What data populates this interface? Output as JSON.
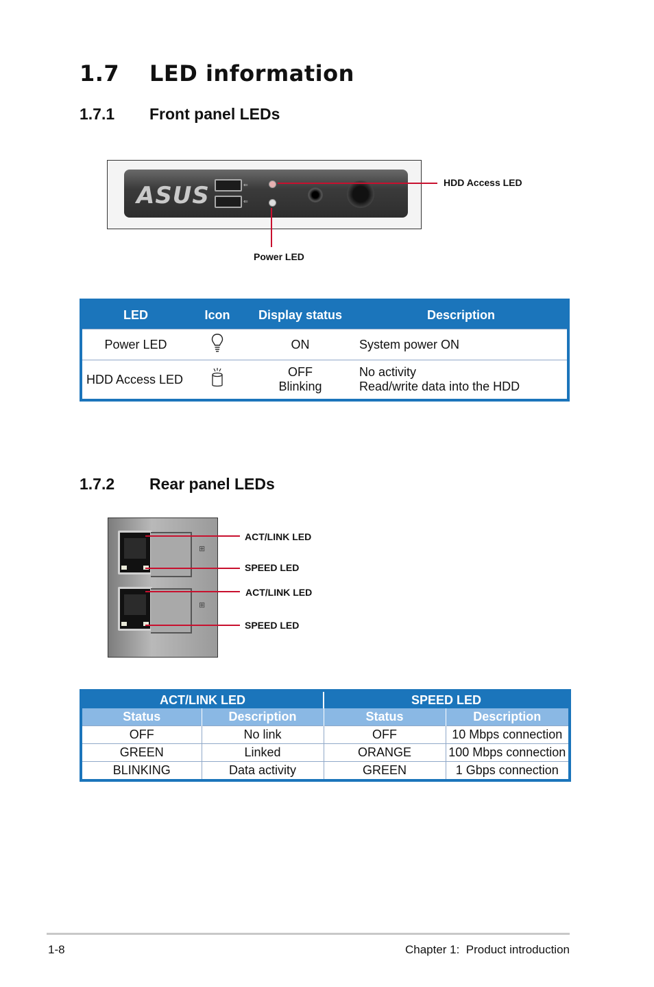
{
  "section": {
    "number": "1.7",
    "title": "LED information"
  },
  "front": {
    "number": "1.7.1",
    "title": "Front panel LEDs",
    "logo": "ASUS",
    "callouts": {
      "hdd": "HDD Access LED",
      "power": "Power LED"
    },
    "table": {
      "headers": [
        "LED",
        "Icon",
        "Display status",
        "Description"
      ],
      "rows": [
        {
          "led": "Power LED",
          "icon": "lightbulb-icon",
          "status": [
            "ON"
          ],
          "description": [
            "System power ON"
          ]
        },
        {
          "led": "HDD Access LED",
          "icon": "hdd-icon",
          "status": [
            "OFF",
            "Blinking"
          ],
          "description": [
            "No activity",
            "Read/write data into the HDD"
          ]
        }
      ]
    }
  },
  "rear": {
    "number": "1.7.2",
    "title": "Rear panel LEDs",
    "callouts": [
      "ACT/LINK LED",
      "SPEED LED",
      "ACT/LINK LED",
      "SPEED LED"
    ],
    "table": {
      "groups": [
        "ACT/LINK LED",
        "SPEED LED"
      ],
      "subheaders": [
        "Status",
        "Description",
        "Status",
        "Description"
      ],
      "rows": [
        [
          "OFF",
          "No link",
          "OFF",
          "10 Mbps connection"
        ],
        [
          "GREEN",
          "Linked",
          "ORANGE",
          "100 Mbps connection"
        ],
        [
          "BLINKING",
          "Data activity",
          "GREEN",
          "1 Gbps connection"
        ]
      ]
    }
  },
  "footer": {
    "page": "1-8",
    "chapter": "Chapter 1:  Product introduction"
  },
  "colors": {
    "table_blue": "#1b75bb",
    "subheader_blue": "#8ab8e4",
    "callout_red": "#c8102e"
  }
}
